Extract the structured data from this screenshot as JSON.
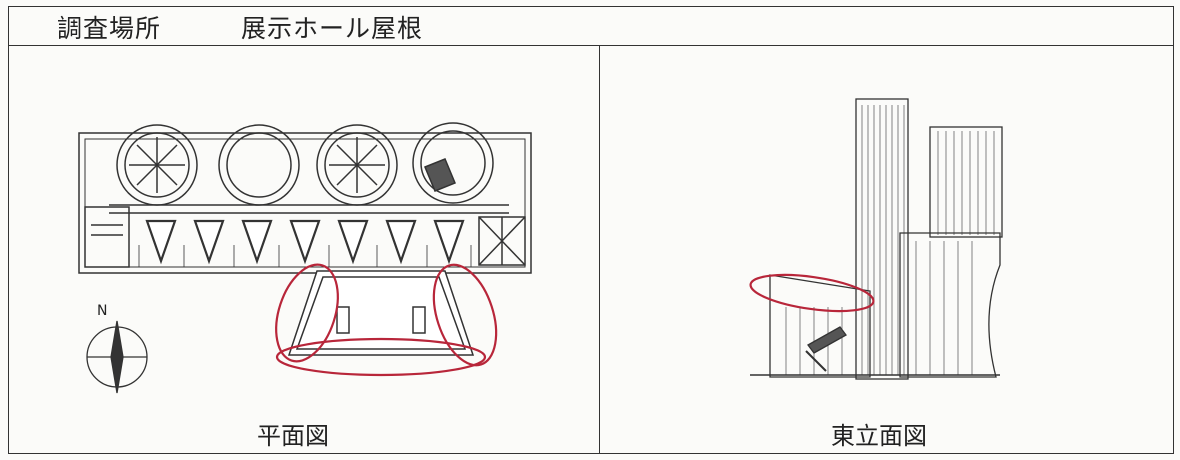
{
  "header": {
    "label": "調査場所",
    "value": "展示ホール屋根"
  },
  "plan": {
    "caption": "平面図",
    "north": "N"
  },
  "elevation": {
    "caption": "東立面図"
  },
  "colors": {
    "highlight": "#b8263a",
    "line": "#333333"
  }
}
